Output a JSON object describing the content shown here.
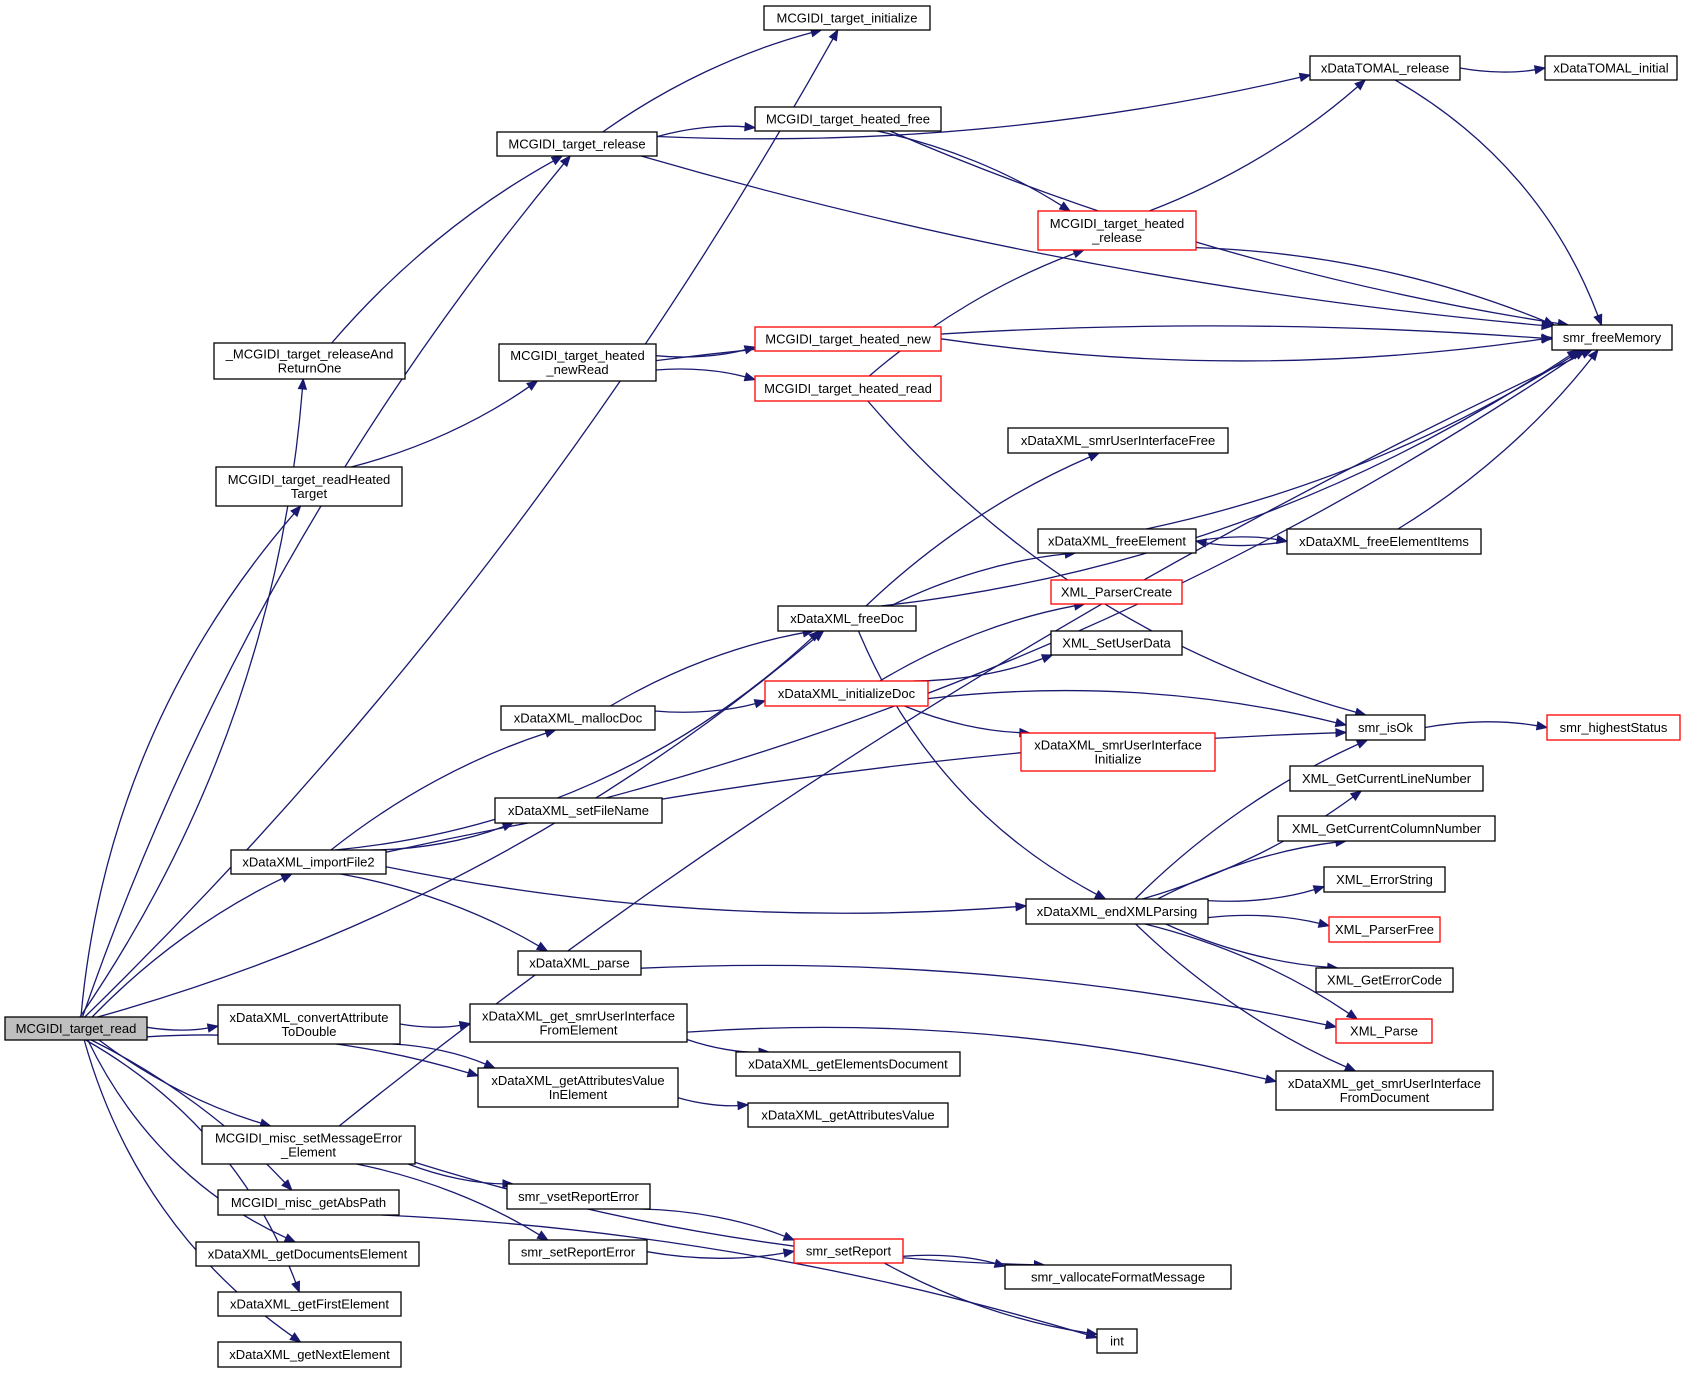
{
  "diagram": {
    "colors": {
      "edge": "#191970",
      "node_border": "#000000",
      "truncated_border": "#ff0000",
      "root_fill": "#bfbfbf"
    },
    "nodes": {
      "n_read": {
        "lines": [
          "MCGIDI_target_read"
        ],
        "root": true
      },
      "n_init": {
        "lines": [
          "MCGIDI_target_initialize"
        ]
      },
      "n_release": {
        "lines": [
          "MCGIDI_target_release"
        ]
      },
      "n_relAnd": {
        "lines": [
          "_MCGIDI_target_releaseAnd",
          "ReturnOne"
        ]
      },
      "n_readHeated": {
        "lines": [
          "MCGIDI_target_readHeated",
          "Target"
        ]
      },
      "n_heatedNewRead": {
        "lines": [
          "MCGIDI_target_heated",
          "_newRead"
        ]
      },
      "n_heatedFree": {
        "lines": [
          "MCGIDI_target_heated_free"
        ]
      },
      "n_heatedNew": {
        "lines": [
          "MCGIDI_target_heated_new"
        ],
        "red": true
      },
      "n_heatedRead": {
        "lines": [
          "MCGIDI_target_heated_read"
        ],
        "red": true
      },
      "n_heatedRelease": {
        "lines": [
          "MCGIDI_target_heated",
          "_release"
        ],
        "red": true
      },
      "n_tomalRelease": {
        "lines": [
          "xDataTOMAL_release"
        ]
      },
      "n_tomalInitial": {
        "lines": [
          "xDataTOMAL_initial"
        ]
      },
      "n_freeMemory": {
        "lines": [
          "smr_freeMemory"
        ]
      },
      "n_uiFree": {
        "lines": [
          "xDataXML_smrUserInterfaceFree"
        ]
      },
      "n_freeElement": {
        "lines": [
          "xDataXML_freeElement"
        ]
      },
      "n_freeElementItems": {
        "lines": [
          "xDataXML_freeElementItems"
        ]
      },
      "n_freeDoc": {
        "lines": [
          "xDataXML_freeDoc"
        ]
      },
      "n_parserCreate": {
        "lines": [
          "XML_ParserCreate"
        ],
        "red": true
      },
      "n_setUserData": {
        "lines": [
          "XML_SetUserData"
        ]
      },
      "n_mallocDoc": {
        "lines": [
          "xDataXML_mallocDoc"
        ]
      },
      "n_initDoc": {
        "lines": [
          "xDataXML_initializeDoc"
        ],
        "red": true
      },
      "n_uiInit": {
        "lines": [
          "xDataXML_smrUserInterface",
          "Initialize"
        ],
        "red": true
      },
      "n_isOk": {
        "lines": [
          "smr_isOk"
        ]
      },
      "n_highest": {
        "lines": [
          "smr_highestStatus"
        ],
        "red": true
      },
      "n_lineNum": {
        "lines": [
          "XML_GetCurrentLineNumber"
        ]
      },
      "n_colNum": {
        "lines": [
          "XML_GetCurrentColumnNumber"
        ]
      },
      "n_errStr": {
        "lines": [
          "XML_ErrorString"
        ]
      },
      "n_parserFree": {
        "lines": [
          "XML_ParserFree"
        ],
        "red": true
      },
      "n_errCode": {
        "lines": [
          "XML_GetErrorCode"
        ]
      },
      "n_xmlParse": {
        "lines": [
          "XML_Parse"
        ],
        "red": true
      },
      "n_setFileName": {
        "lines": [
          "xDataXML_setFileName"
        ]
      },
      "n_import": {
        "lines": [
          "xDataXML_importFile2"
        ]
      },
      "n_endParse": {
        "lines": [
          "xDataXML_endXMLParsing"
        ]
      },
      "n_parse": {
        "lines": [
          "xDataXML_parse"
        ]
      },
      "n_convAttr": {
        "lines": [
          "xDataXML_convertAttribute",
          "ToDouble"
        ]
      },
      "n_getUIElem": {
        "lines": [
          "xDataXML_get_smrUserInterface",
          "FromElement"
        ]
      },
      "n_getElemDoc": {
        "lines": [
          "xDataXML_getElementsDocument"
        ]
      },
      "n_getUIDoc": {
        "lines": [
          "xDataXML_get_smrUserInterface",
          "FromDocument"
        ]
      },
      "n_getAttrIn": {
        "lines": [
          "xDataXML_getAttributesValue",
          "InElement"
        ]
      },
      "n_getAttr": {
        "lines": [
          "xDataXML_getAttributesValue"
        ]
      },
      "n_setMsgErr": {
        "lines": [
          "MCGIDI_misc_setMessageError",
          "_Element"
        ]
      },
      "n_vset": {
        "lines": [
          "smr_vsetReportError"
        ]
      },
      "n_absPath": {
        "lines": [
          "MCGIDI_misc_getAbsPath"
        ]
      },
      "n_setReportErr": {
        "lines": [
          "smr_setReportError"
        ]
      },
      "n_setReport": {
        "lines": [
          "smr_setReport"
        ],
        "red": true
      },
      "n_valloc": {
        "lines": [
          "smr_vallocateFormatMessage"
        ]
      },
      "n_getDocsElem": {
        "lines": [
          "xDataXML_getDocumentsElement"
        ]
      },
      "n_int": {
        "lines": [
          "int"
        ]
      },
      "n_firstElem": {
        "lines": [
          "xDataXML_getFirstElement"
        ]
      },
      "n_nextElem": {
        "lines": [
          "xDataXML_getNextElement"
        ]
      }
    },
    "edges": [
      [
        "n_read",
        "n_init"
      ],
      [
        "n_read",
        "n_release"
      ],
      [
        "n_read",
        "n_relAnd"
      ],
      [
        "n_read",
        "n_readHeated"
      ],
      [
        "n_read",
        "n_freeDoc"
      ],
      [
        "n_read",
        "n_import"
      ],
      [
        "n_read",
        "n_convAttr"
      ],
      [
        "n_read",
        "n_getAttrIn"
      ],
      [
        "n_read",
        "n_setMsgErr"
      ],
      [
        "n_read",
        "n_absPath"
      ],
      [
        "n_read",
        "n_getDocsElem"
      ],
      [
        "n_read",
        "n_firstElem"
      ],
      [
        "n_read",
        "n_nextElem"
      ],
      [
        "n_release",
        "n_init"
      ],
      [
        "n_release",
        "n_tomalRelease"
      ],
      [
        "n_release",
        "n_heatedFree"
      ],
      [
        "n_release",
        "n_freeMemory"
      ],
      [
        "n_relAnd",
        "n_release"
      ],
      [
        "n_readHeated",
        "n_heatedNewRead"
      ],
      [
        "n_heatedNewRead",
        "n_freeMemory"
      ],
      [
        "n_heatedNewRead",
        "n_heatedNew"
      ],
      [
        "n_heatedNewRead",
        "n_heatedRead"
      ],
      [
        "n_heatedFree",
        "n_freeMemory"
      ],
      [
        "n_heatedFree",
        "n_heatedRelease"
      ],
      [
        "n_heatedRelease",
        "n_tomalRelease"
      ],
      [
        "n_heatedRelease",
        "n_freeMemory"
      ],
      [
        "n_tomalRelease",
        "n_tomalInitial"
      ],
      [
        "n_tomalRelease",
        "n_freeMemory"
      ],
      [
        "n_heatedNew",
        "n_freeMemory"
      ],
      [
        "n_heatedRead",
        "n_heatedRelease"
      ],
      [
        "n_heatedRead",
        "n_isOk"
      ],
      [
        "n_freeDoc",
        "n_uiFree"
      ],
      [
        "n_freeDoc",
        "n_freeMemory"
      ],
      [
        "n_freeDoc",
        "n_freeElement"
      ],
      [
        "n_freeDoc",
        "n_endParse"
      ],
      [
        "n_freeElement",
        "n_freeElementItems"
      ],
      [
        "n_freeElement",
        "n_freeMemory"
      ],
      [
        "n_freeElementItems",
        "n_freeElement"
      ],
      [
        "n_freeElementItems",
        "n_freeMemory"
      ],
      [
        "n_mallocDoc",
        "n_freeDoc"
      ],
      [
        "n_mallocDoc",
        "n_initDoc"
      ],
      [
        "n_initDoc",
        "n_parserCreate"
      ],
      [
        "n_initDoc",
        "n_setUserData"
      ],
      [
        "n_initDoc",
        "n_isOk"
      ],
      [
        "n_initDoc",
        "n_uiInit"
      ],
      [
        "n_isOk",
        "n_highest"
      ],
      [
        "n_import",
        "n_freeDoc"
      ],
      [
        "n_import",
        "n_mallocDoc"
      ],
      [
        "n_import",
        "n_setFileName"
      ],
      [
        "n_import",
        "n_isOk"
      ],
      [
        "n_import",
        "n_endParse"
      ],
      [
        "n_import",
        "n_parse"
      ],
      [
        "n_setFileName",
        "n_freeMemory"
      ],
      [
        "n_endParse",
        "n_isOk"
      ],
      [
        "n_endParse",
        "n_lineNum"
      ],
      [
        "n_endParse",
        "n_colNum"
      ],
      [
        "n_endParse",
        "n_errStr"
      ],
      [
        "n_endParse",
        "n_parserFree"
      ],
      [
        "n_endParse",
        "n_errCode"
      ],
      [
        "n_endParse",
        "n_xmlParse"
      ],
      [
        "n_endParse",
        "n_getUIDoc"
      ],
      [
        "n_parse",
        "n_xmlParse"
      ],
      [
        "n_convAttr",
        "n_getUIElem"
      ],
      [
        "n_convAttr",
        "n_getAttrIn"
      ],
      [
        "n_getUIElem",
        "n_getElemDoc"
      ],
      [
        "n_getUIElem",
        "n_getUIDoc"
      ],
      [
        "n_getAttrIn",
        "n_getAttr"
      ],
      [
        "n_setMsgErr",
        "n_freeMemory"
      ],
      [
        "n_setMsgErr",
        "n_vset"
      ],
      [
        "n_setMsgErr",
        "n_setReportErr"
      ],
      [
        "n_setMsgErr",
        "n_valloc"
      ],
      [
        "n_vset",
        "n_setReport"
      ],
      [
        "n_setReportErr",
        "n_setReport"
      ],
      [
        "n_setReport",
        "n_valloc"
      ],
      [
        "n_setReport",
        "n_int"
      ],
      [
        "n_absPath",
        "n_int"
      ]
    ]
  }
}
